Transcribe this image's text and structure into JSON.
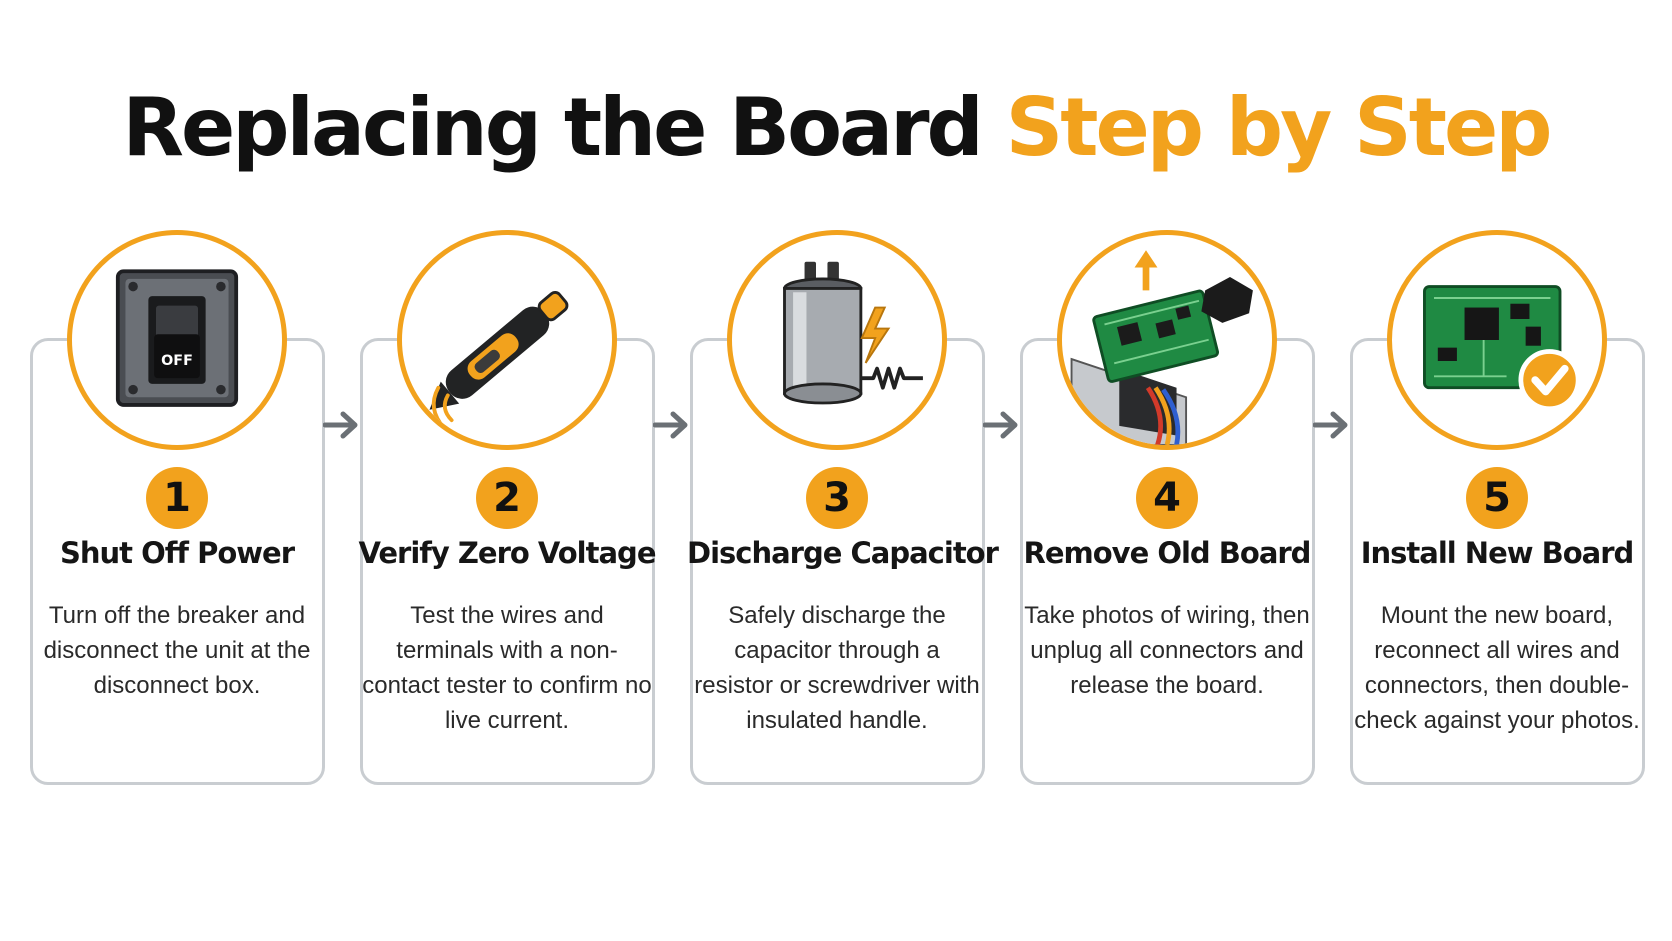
{
  "title": {
    "dark": "Replacing the Board",
    "accent": "Step by Step"
  },
  "colors": {
    "accent": "#f2a21d",
    "card_border": "#c9cdd1",
    "arrow": "#6b7075"
  },
  "steps": [
    {
      "number": "1",
      "title": "Shut Off Power",
      "description": "Turn off the breaker and disconnect the unit at the disconnect box.",
      "icon": "breaker-switch-icon",
      "icon_label": "OFF"
    },
    {
      "number": "2",
      "title": "Verify Zero Voltage",
      "description": "Test the wires and terminals with a non-contact tester to confirm no live current.",
      "icon": "voltage-tester-icon"
    },
    {
      "number": "3",
      "title": "Discharge Capacitor",
      "description": "Safely discharge the capacitor through a resistor or screwdriver with insulated handle.",
      "icon": "capacitor-icon"
    },
    {
      "number": "4",
      "title": "Remove Old Board",
      "description": "Take photos of wiring, then unplug all connectors and release the board.",
      "icon": "remove-board-icon"
    },
    {
      "number": "5",
      "title": "Install New Board",
      "description": "Mount the new board, reconnect all wires and connectors, then double-check against your photos.",
      "icon": "new-board-check-icon"
    }
  ]
}
